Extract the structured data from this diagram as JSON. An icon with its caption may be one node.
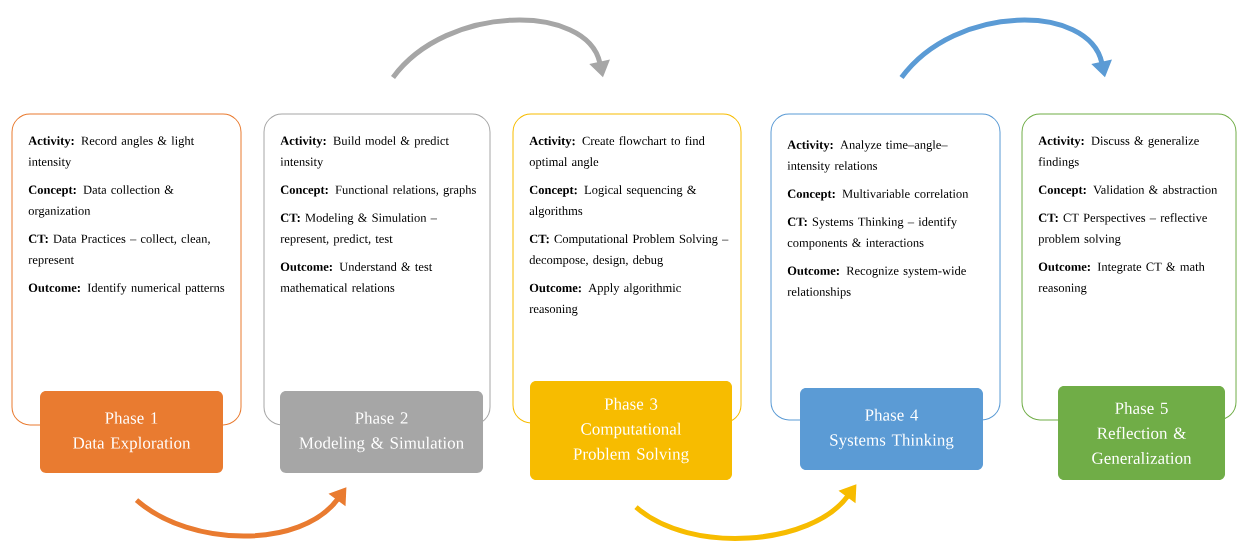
{
  "diagram": {
    "nodes": [
      {
        "text": [
          "**Activity:** Record angles & light intensity",
          "**Concept:** Data collection & organization",
          "**CT:** Data Practices – collect, clean, represent",
          "**Outcome:** Identify numerical patterns"
        ]
      },
      {
        "text": [
          "Phase 1",
          "Data Exploration"
        ]
      },
      {
        "text": [
          "**Activity:** Build model & predict intensity",
          "**Concept:** Functional relations, graphs",
          "**CT:** Modeling & Simulation – represent, predict, test",
          "**Outcome:** Understand & test mathematical relations"
        ]
      },
      {
        "text": [
          "Phase 2",
          "Modeling & Simulation"
        ]
      },
      {
        "text": [
          "**Activity:** Create flowchart to find optimal angle",
          "**Concept:** Logical sequencing & algorithms",
          "**CT:** Computational Problem Solving – decompose, design, debug",
          "**Outcome:** Apply algorithmic reasoning"
        ]
      },
      {
        "text": [
          "Phase 3",
          "Computational Problem Solving"
        ]
      },
      {
        "text": [
          "**Activity:** Analyze time–angle–intensity relations",
          "**Concept:** Multivariable correlation",
          "**CT:** Systems Thinking – identify components & interactions",
          "**Outcome:** Recognize system-wide relationships"
        ]
      },
      {
        "text": [
          "Phase 4",
          "Systems Thinking"
        ]
      },
      {
        "text": [
          "**Activity:** Discuss & generalize findings",
          "**Concept:** Validation & abstraction",
          "**CT:** CT Perspectives – reflective problem solving",
          "**Outcome:** Integrate CT & math reasoning"
        ]
      },
      {
        "text": [
          "Phase 5",
          "Reflection & Generalization"
        ]
      }
    ],
    "edges": [
      {
        "from": 1,
        "to": 3,
        "arrow": "to",
        "color": "#e97b30"
      },
      {
        "from": 2,
        "to": 4,
        "arrow": "to",
        "color": "#a6a6a6"
      },
      {
        "from": 5,
        "to": 7,
        "arrow": "to",
        "color": "#f7bc00"
      },
      {
        "from": 6,
        "to": 8,
        "arrow": "to",
        "color": "#5b9bd5"
      }
    ]
  }
}
